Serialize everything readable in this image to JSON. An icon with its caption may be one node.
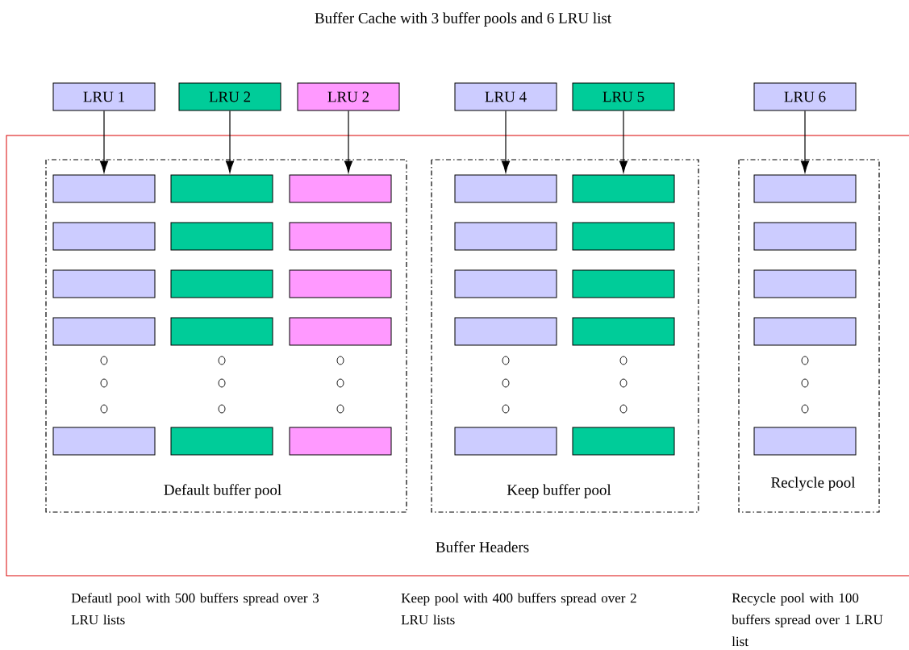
{
  "diagram": {
    "title": "Buffer Cache with 3 buffer pools and 6 LRU list",
    "nodes": [
      {
        "text": [
          "LRU 1"
        ]
      },
      {
        "text": [
          "LRU 2"
        ]
      },
      {
        "text": [
          "LRU 2"
        ]
      },
      {
        "text": [
          "LRU 4"
        ]
      },
      {
        "text": [
          "LRU 5"
        ]
      },
      {
        "text": [
          "LRU 6"
        ]
      },
      {
        "text": [
          "Buffer Headers"
        ]
      },
      {
        "text": [
          "Default buffer pool"
        ],
        "in": 6
      },
      {
        "text": [
          "Keep buffer pool"
        ],
        "in": 6
      },
      {
        "text": [
          "Reclycle pool"
        ],
        "in": 6
      },
      {
        "text": [],
        "shape": "box",
        "in": 7
      },
      {
        "text": [],
        "shape": "box",
        "in": 7
      },
      {
        "text": [],
        "shape": "box",
        "in": 7
      },
      {
        "text": [],
        "shape": "box",
        "in": 7
      },
      {
        "text": [],
        "shape": "box",
        "in": 7
      },
      {
        "text": [],
        "shape": "box",
        "in": 7
      },
      {
        "text": [],
        "shape": "box",
        "in": 7
      },
      {
        "text": [],
        "shape": "box",
        "in": 7
      },
      {
        "text": [],
        "shape": "box",
        "in": 7
      },
      {
        "text": [],
        "shape": "box",
        "in": 7
      },
      {
        "text": [],
        "shape": "box",
        "in": 7
      },
      {
        "text": [],
        "shape": "box",
        "in": 7
      },
      {
        "text": [],
        "shape": "box",
        "in": 7
      },
      {
        "text": [],
        "shape": "box",
        "in": 7
      },
      {
        "text": [],
        "shape": "box",
        "in": 7
      },
      {
        "text": [],
        "shape": "box",
        "in": 8
      },
      {
        "text": [],
        "shape": "box",
        "in": 8
      },
      {
        "text": [],
        "shape": "box",
        "in": 8
      },
      {
        "text": [],
        "shape": "box",
        "in": 8
      },
      {
        "text": [],
        "shape": "box",
        "in": 8
      },
      {
        "text": [],
        "shape": "box",
        "in": 8
      },
      {
        "text": [],
        "shape": "box",
        "in": 8
      },
      {
        "text": [],
        "shape": "box",
        "in": 8
      },
      {
        "text": [],
        "shape": "box",
        "in": 8
      },
      {
        "text": [],
        "shape": "box",
        "in": 8
      },
      {
        "text": [],
        "shape": "box",
        "in": 9
      },
      {
        "text": [],
        "shape": "box",
        "in": 9
      },
      {
        "text": [],
        "shape": "box",
        "in": 9
      },
      {
        "text": [],
        "shape": "box",
        "in": 9
      },
      {
        "text": [],
        "shape": "box",
        "in": 9
      }
    ],
    "edges": [
      {
        "from": 0,
        "to": 10,
        "arrow": "to"
      },
      {
        "from": 1,
        "to": 11,
        "arrow": "to"
      },
      {
        "from": 2,
        "to": 12,
        "arrow": "to"
      },
      {
        "from": 3,
        "to": 25,
        "arrow": "to"
      },
      {
        "from": 4,
        "to": 26,
        "arrow": "to"
      },
      {
        "from": 5,
        "to": 35,
        "arrow": "to"
      }
    ],
    "labels": [
      "Defautl  pool with 500 buffers spread over 3 LRU lists",
      "Keep  pool  with 400 buffers spread over 2 LRU lists",
      "Recycle pool with 100 buffers spread over 1 LRU list"
    ]
  }
}
